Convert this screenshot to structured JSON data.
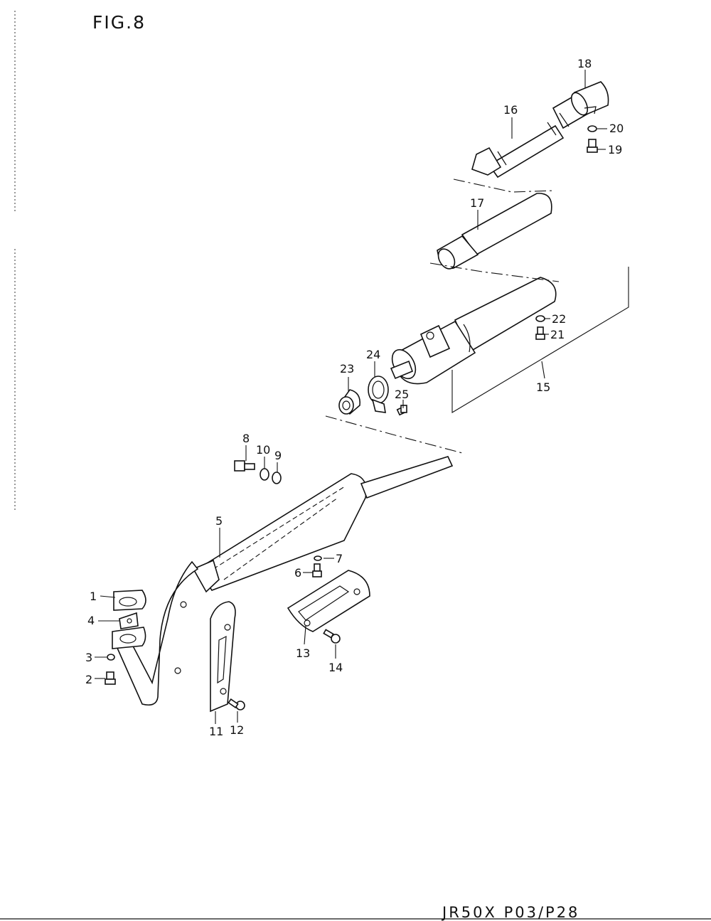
{
  "figure": {
    "title": "FIG.8",
    "footer_code": "JR50X P03/P28"
  },
  "callouts": {
    "c1": "1",
    "c2": "2",
    "c3": "3",
    "c4": "4",
    "c5": "5",
    "c6": "6",
    "c7": "7",
    "c8": "8",
    "c9": "9",
    "c10": "10",
    "c11": "11",
    "c12": "12",
    "c13": "13",
    "c14": "14",
    "c15": "15",
    "c16": "16",
    "c17": "17",
    "c18": "18",
    "c19": "19",
    "c20": "20",
    "c21": "21",
    "c22": "22",
    "c23": "23",
    "c24": "24",
    "c25": "25"
  }
}
